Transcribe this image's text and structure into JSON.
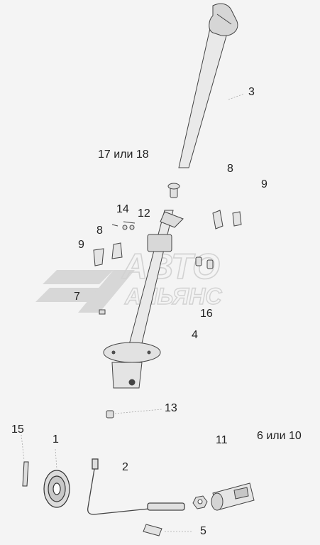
{
  "callouts": {
    "c1": "1",
    "c2": "2",
    "c3": "3",
    "c4": "4",
    "c5": "5",
    "c6_10": "6 или 10",
    "c7": "7",
    "c8a": "8",
    "c8b": "8",
    "c9a": "9",
    "c9b": "9",
    "c11": "11",
    "c12": "12",
    "c13": "13",
    "c14": "14",
    "c15": "15",
    "c16": "16",
    "c17_18": "17 или 18"
  },
  "watermark": {
    "line1": "АВТО",
    "line2": "АЛЬЯНС"
  },
  "colors": {
    "background": "#f4f4f4",
    "line": "#444444",
    "part_fill": "#e9e9e9",
    "part_shade": "#bdbdbd",
    "watermark": "#cfcfcf"
  }
}
